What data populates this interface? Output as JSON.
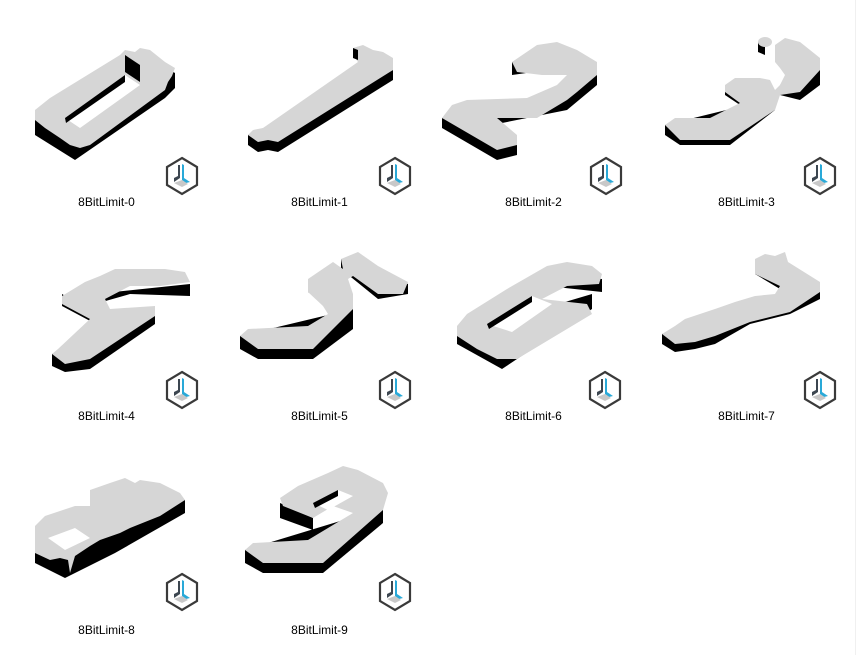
{
  "view": "large-icons",
  "colors": {
    "top_face": "#d6d6d6",
    "side_face": "#000000",
    "badge_outline": "#3a3a3a",
    "badge_dark": "#3c4650",
    "badge_blue": "#29a9d8",
    "badge_light_blue": "#8fcfe6",
    "badge_grey": "#c8c8c8"
  },
  "files": [
    {
      "name": "8BitLimit-0",
      "glyph": "0",
      "badge_icon": "3d-builder-icon"
    },
    {
      "name": "8BitLimit-1",
      "glyph": "1",
      "badge_icon": "3d-builder-icon"
    },
    {
      "name": "8BitLimit-2",
      "glyph": "2",
      "badge_icon": "3d-builder-icon"
    },
    {
      "name": "8BitLimit-3",
      "glyph": "3",
      "badge_icon": "3d-builder-icon"
    },
    {
      "name": "8BitLimit-4",
      "glyph": "4",
      "badge_icon": "3d-builder-icon"
    },
    {
      "name": "8BitLimit-5",
      "glyph": "5",
      "badge_icon": "3d-builder-icon"
    },
    {
      "name": "8BitLimit-6",
      "glyph": "6",
      "badge_icon": "3d-builder-icon"
    },
    {
      "name": "8BitLimit-7",
      "glyph": "7",
      "badge_icon": "3d-builder-icon"
    },
    {
      "name": "8BitLimit-8",
      "glyph": "8",
      "badge_icon": "3d-builder-icon"
    },
    {
      "name": "8BitLimit-9",
      "glyph": "9",
      "badge_icon": "3d-builder-icon"
    }
  ]
}
